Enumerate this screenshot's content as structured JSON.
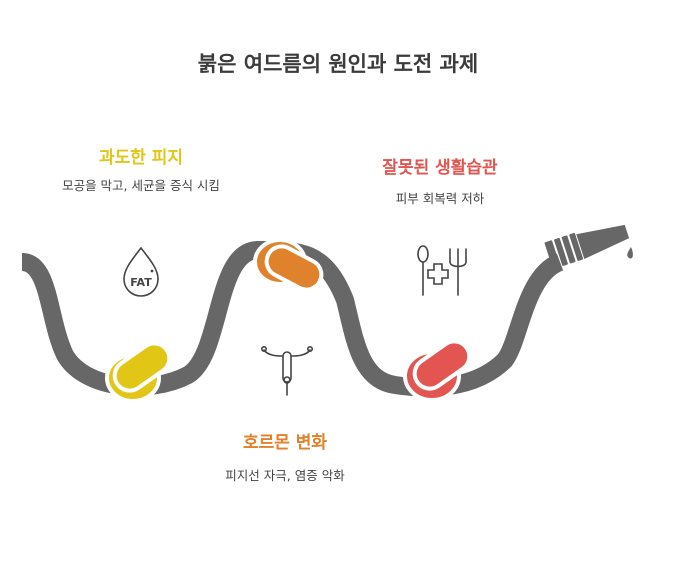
{
  "title": "붉은 여드름의 원인과 도전 과제",
  "colors": {
    "yellow": "#e2c615",
    "orange": "#e0812b",
    "red": "#e25550",
    "hose": "#676767"
  },
  "items": [
    {
      "heading": "과도한 피지",
      "desc": "모공을 막고, 세균을 증식 시킴",
      "icon": "fat-drop-icon"
    },
    {
      "heading": "잘못된 생활습관",
      "desc": "피부 회복력 저하",
      "icon": "utensils-medical-icon"
    },
    {
      "heading": "호르몬 변화",
      "desc": "피지선 자극, 염증 악화",
      "icon": "hormone-icon"
    }
  ],
  "fat_label": "FAT"
}
